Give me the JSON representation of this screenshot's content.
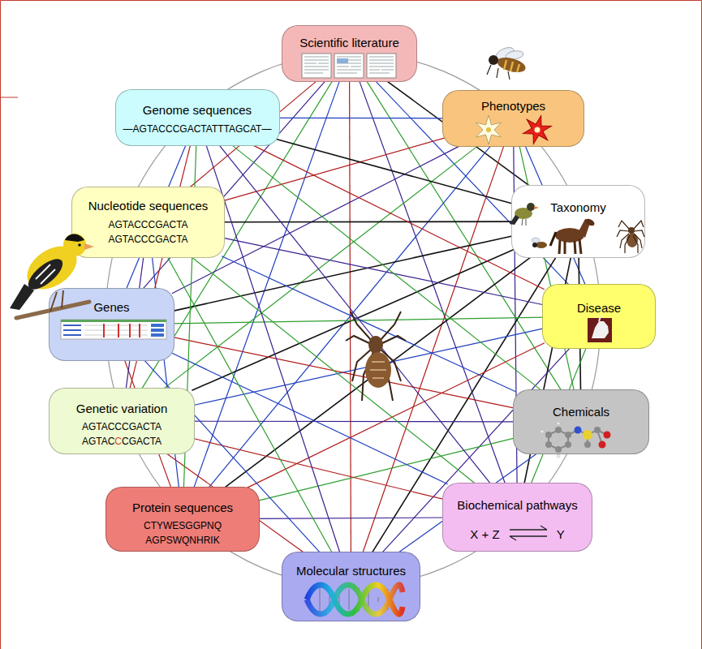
{
  "diagram": {
    "nodes": [
      {
        "text": [
          "Scientific literature"
        ]
      },
      {
        "text": [
          "Phenotypes"
        ]
      },
      {
        "text": [
          "Taxonomy"
        ]
      },
      {
        "text": [
          "Disease"
        ]
      },
      {
        "text": [
          "Chemicals"
        ]
      },
      {
        "text": [
          "Biochemical pathways",
          "X + Z",
          "Y"
        ]
      },
      {
        "text": [
          "Molecular structures"
        ]
      },
      {
        "text": [
          "Protein sequences",
          "CTYWESGGPNQ",
          "AGPSWQNHRIK"
        ]
      },
      {
        "text": [
          "Genetic variation",
          "AGTACCCGACTA",
          "AGTACCCGACTA"
        ]
      },
      {
        "text": [
          "Genes"
        ]
      },
      {
        "text": [
          "Nucleotide sequences",
          "AGTACCCGACTA",
          "AGTACCCGACTA"
        ]
      },
      {
        "text": [
          "Genome sequences",
          "—AGTACCCGACTATTTAGCAT—"
        ]
      }
    ],
    "edges": [
      {
        "from": 0,
        "to": 2,
        "arrow": "none"
      },
      {
        "from": 0,
        "to": 3,
        "arrow": "none"
      },
      {
        "from": 0,
        "to": 4,
        "arrow": "none"
      },
      {
        "from": 0,
        "to": 5,
        "arrow": "none"
      },
      {
        "from": 0,
        "to": 6,
        "arrow": "none"
      },
      {
        "from": 0,
        "to": 7,
        "arrow": "none"
      },
      {
        "from": 0,
        "to": 8,
        "arrow": "none"
      },
      {
        "from": 0,
        "to": 9,
        "arrow": "none"
      },
      {
        "from": 0,
        "to": 10,
        "arrow": "none"
      },
      {
        "from": 1,
        "to": 3,
        "arrow": "none"
      },
      {
        "from": 1,
        "to": 4,
        "arrow": "none"
      },
      {
        "from": 1,
        "to": 5,
        "arrow": "none"
      },
      {
        "from": 1,
        "to": 6,
        "arrow": "none"
      },
      {
        "from": 1,
        "to": 7,
        "arrow": "none"
      },
      {
        "from": 1,
        "to": 8,
        "arrow": "none"
      },
      {
        "from": 1,
        "to": 9,
        "arrow": "none"
      },
      {
        "from": 1,
        "to": 10,
        "arrow": "none"
      },
      {
        "from": 1,
        "to": 11,
        "arrow": "none"
      },
      {
        "from": 2,
        "to": 4,
        "arrow": "none"
      },
      {
        "from": 2,
        "to": 5,
        "arrow": "none"
      },
      {
        "from": 2,
        "to": 6,
        "arrow": "none"
      },
      {
        "from": 2,
        "to": 7,
        "arrow": "none"
      },
      {
        "from": 2,
        "to": 8,
        "arrow": "none"
      },
      {
        "from": 2,
        "to": 9,
        "arrow": "none"
      },
      {
        "from": 2,
        "to": 10,
        "arrow": "none"
      },
      {
        "from": 2,
        "to": 11,
        "arrow": "none"
      },
      {
        "from": 3,
        "to": 5,
        "arrow": "none"
      },
      {
        "from": 3,
        "to": 6,
        "arrow": "none"
      },
      {
        "from": 3,
        "to": 7,
        "arrow": "none"
      },
      {
        "from": 3,
        "to": 8,
        "arrow": "none"
      },
      {
        "from": 3,
        "to": 9,
        "arrow": "none"
      },
      {
        "from": 3,
        "to": 10,
        "arrow": "none"
      },
      {
        "from": 3,
        "to": 11,
        "arrow": "none"
      },
      {
        "from": 4,
        "to": 6,
        "arrow": "none"
      },
      {
        "from": 4,
        "to": 7,
        "arrow": "none"
      },
      {
        "from": 4,
        "to": 8,
        "arrow": "none"
      },
      {
        "from": 4,
        "to": 9,
        "arrow": "none"
      },
      {
        "from": 4,
        "to": 10,
        "arrow": "none"
      },
      {
        "from": 4,
        "to": 11,
        "arrow": "none"
      },
      {
        "from": 5,
        "to": 7,
        "arrow": "none"
      },
      {
        "from": 5,
        "to": 8,
        "arrow": "none"
      },
      {
        "from": 5,
        "to": 9,
        "arrow": "none"
      },
      {
        "from": 5,
        "to": 10,
        "arrow": "none"
      },
      {
        "from": 5,
        "to": 11,
        "arrow": "none"
      },
      {
        "from": 6,
        "to": 8,
        "arrow": "none"
      },
      {
        "from": 6,
        "to": 9,
        "arrow": "none"
      },
      {
        "from": 6,
        "to": 10,
        "arrow": "none"
      },
      {
        "from": 6,
        "to": 11,
        "arrow": "none"
      },
      {
        "from": 7,
        "to": 9,
        "arrow": "none"
      },
      {
        "from": 7,
        "to": 10,
        "arrow": "none"
      },
      {
        "from": 7,
        "to": 11,
        "arrow": "none"
      },
      {
        "from": 8,
        "to": 10,
        "arrow": "none"
      },
      {
        "from": 8,
        "to": 11,
        "arrow": "none"
      },
      {
        "from": 9,
        "to": 11,
        "arrow": "none"
      }
    ]
  }
}
